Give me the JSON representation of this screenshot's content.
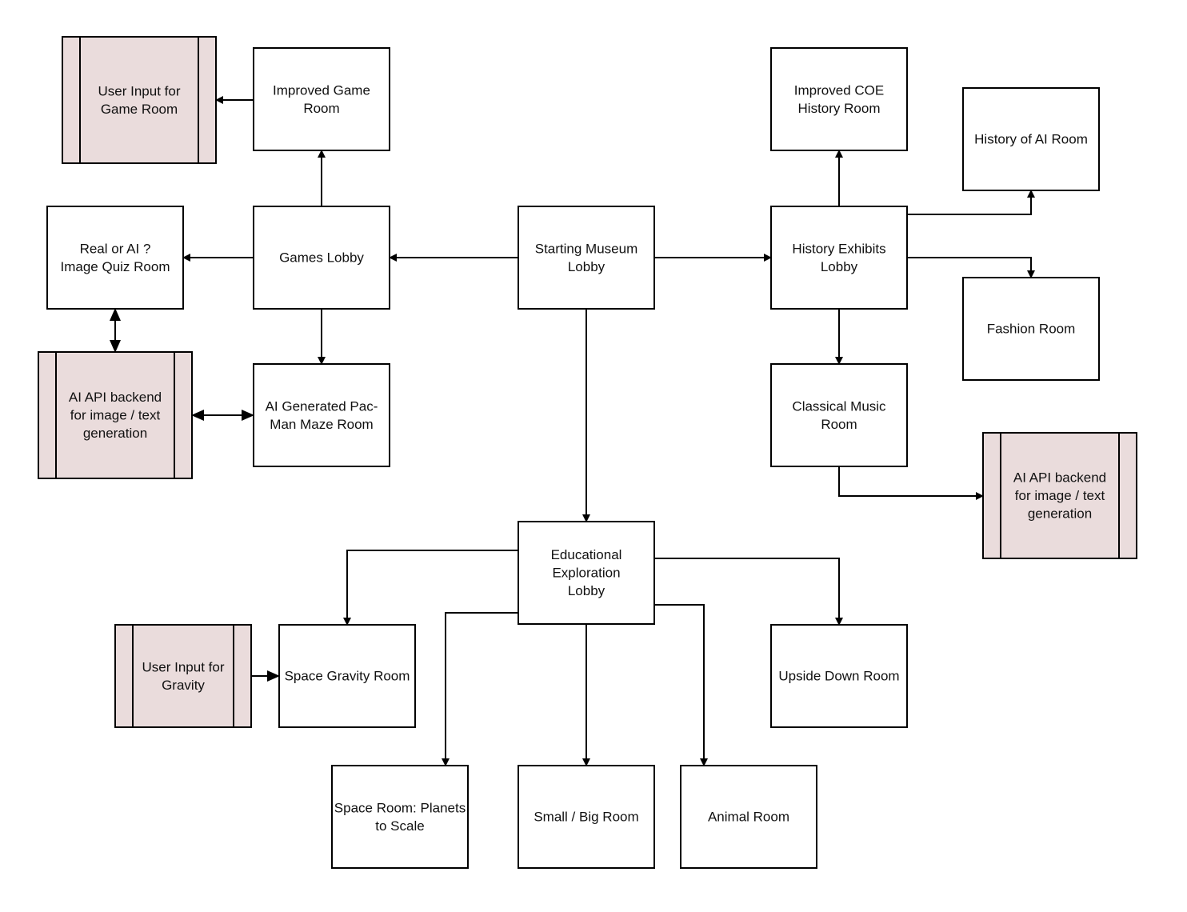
{
  "nodes": {
    "user_input_game_room": {
      "kind": "process",
      "lines": [
        "User Input for",
        "Game Room"
      ]
    },
    "improved_game_room": {
      "kind": "box",
      "lines": [
        "Improved Game",
        "Room"
      ]
    },
    "improved_coe_history_room": {
      "kind": "box",
      "lines": [
        "Improved COE",
        "History Room"
      ]
    },
    "history_of_ai_room": {
      "kind": "box",
      "lines": [
        "History of AI Room"
      ]
    },
    "real_or_ai_quiz_room": {
      "kind": "box",
      "lines": [
        "Real or AI ?",
        "Image Quiz Room"
      ]
    },
    "games_lobby": {
      "kind": "box",
      "lines": [
        "Games Lobby"
      ]
    },
    "starting_museum_lobby": {
      "kind": "box",
      "lines": [
        "Starting Museum",
        "Lobby"
      ]
    },
    "history_exhibits_lobby": {
      "kind": "box",
      "lines": [
        "History Exhibits",
        "Lobby"
      ]
    },
    "fashion_room": {
      "kind": "box",
      "lines": [
        "Fashion Room"
      ]
    },
    "ai_api_backend_left": {
      "kind": "process",
      "lines": [
        "AI API backend",
        "for image / text",
        "generation"
      ]
    },
    "ai_generated_pacman_room": {
      "kind": "box",
      "lines": [
        "AI Generated Pac-",
        "Man Maze Room"
      ]
    },
    "classical_music_room": {
      "kind": "box",
      "lines": [
        "Classical Music",
        "Room"
      ]
    },
    "ai_api_backend_right": {
      "kind": "process",
      "lines": [
        "AI API backend",
        "for image / text",
        "generation"
      ]
    },
    "educational_exploration_lobby": {
      "kind": "box",
      "lines": [
        "Educational",
        "Exploration",
        "Lobby"
      ]
    },
    "user_input_gravity": {
      "kind": "process",
      "lines": [
        "User Input for",
        "Gravity"
      ]
    },
    "space_gravity_room": {
      "kind": "box",
      "lines": [
        "Space Gravity Room"
      ]
    },
    "upside_down_room": {
      "kind": "box",
      "lines": [
        "Upside Down Room"
      ]
    },
    "space_room_planets": {
      "kind": "box",
      "lines": [
        "Space Room: Planets",
        "to Scale"
      ]
    },
    "small_big_room": {
      "kind": "box",
      "lines": [
        "Small / Big Room"
      ]
    },
    "animal_room": {
      "kind": "box",
      "lines": [
        "Animal Room"
      ]
    }
  },
  "edges": [
    {
      "from": "improved_game_room",
      "to": "user_input_game_room",
      "direction": "forward"
    },
    {
      "from": "games_lobby",
      "to": "improved_game_room",
      "direction": "forward"
    },
    {
      "from": "games_lobby",
      "to": "real_or_ai_quiz_room",
      "direction": "forward"
    },
    {
      "from": "games_lobby",
      "to": "ai_generated_pacman_room",
      "direction": "forward"
    },
    {
      "from": "starting_museum_lobby",
      "to": "games_lobby",
      "direction": "forward"
    },
    {
      "from": "starting_museum_lobby",
      "to": "history_exhibits_lobby",
      "direction": "forward"
    },
    {
      "from": "starting_museum_lobby",
      "to": "educational_exploration_lobby",
      "direction": "forward"
    },
    {
      "from": "real_or_ai_quiz_room",
      "to": "ai_api_backend_left",
      "direction": "both"
    },
    {
      "from": "ai_api_backend_left",
      "to": "ai_generated_pacman_room",
      "direction": "both"
    },
    {
      "from": "history_exhibits_lobby",
      "to": "improved_coe_history_room",
      "direction": "forward"
    },
    {
      "from": "history_exhibits_lobby",
      "to": "history_of_ai_room",
      "direction": "forward"
    },
    {
      "from": "history_exhibits_lobby",
      "to": "fashion_room",
      "direction": "forward"
    },
    {
      "from": "history_exhibits_lobby",
      "to": "classical_music_room",
      "direction": "forward"
    },
    {
      "from": "classical_music_room",
      "to": "ai_api_backend_right",
      "direction": "forward"
    },
    {
      "from": "educational_exploration_lobby",
      "to": "space_gravity_room",
      "direction": "forward"
    },
    {
      "from": "educational_exploration_lobby",
      "to": "space_room_planets",
      "direction": "forward"
    },
    {
      "from": "educational_exploration_lobby",
      "to": "small_big_room",
      "direction": "forward"
    },
    {
      "from": "educational_exploration_lobby",
      "to": "animal_room",
      "direction": "forward"
    },
    {
      "from": "educational_exploration_lobby",
      "to": "upside_down_room",
      "direction": "forward"
    },
    {
      "from": "user_input_gravity",
      "to": "space_gravity_room",
      "direction": "forward"
    }
  ]
}
